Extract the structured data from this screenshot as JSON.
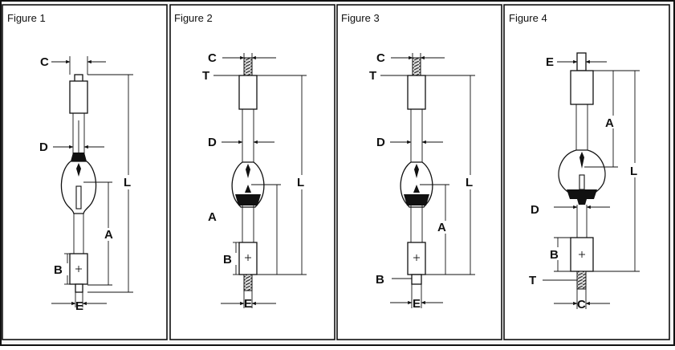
{
  "colors": {
    "frame": "#111111",
    "background": "#ffffff",
    "panel": "#f7f7f7",
    "dark": "#111111"
  },
  "figures": [
    {
      "title": "Figure 1",
      "labels": {
        "C": "C",
        "D": "D",
        "L": "L",
        "A": "A",
        "B": "B",
        "E": "E"
      }
    },
    {
      "title": "Figure 2",
      "labels": {
        "C": "C",
        "T": "T",
        "D": "D",
        "L": "L",
        "A": "A",
        "B": "B",
        "E": "E"
      }
    },
    {
      "title": "Figure 3",
      "labels": {
        "C": "C",
        "T": "T",
        "D": "D",
        "L": "L",
        "A": "A",
        "B": "B",
        "E": "E"
      }
    },
    {
      "title": "Figure 4",
      "labels": {
        "E": "E",
        "A": "A",
        "L": "L",
        "D": "D",
        "B": "B",
        "T": "T",
        "C": "C"
      }
    }
  ]
}
